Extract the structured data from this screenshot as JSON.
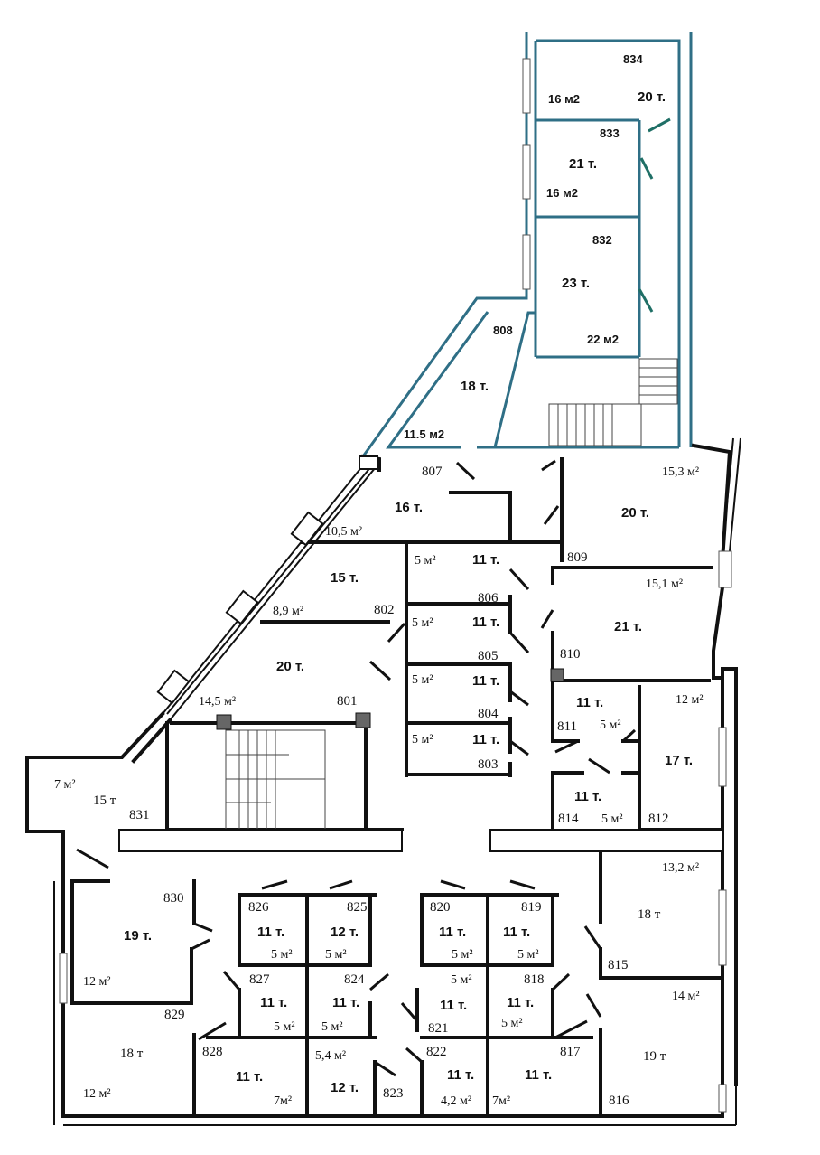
{
  "rooms": [
    {
      "id": "834",
      "number": "834",
      "rate": "20 т.",
      "area": "16 м2"
    },
    {
      "id": "833",
      "number": "833",
      "rate": "21 т.",
      "area": "16 м2"
    },
    {
      "id": "832",
      "number": "832",
      "rate": "23 т.",
      "area": "22 м2"
    },
    {
      "id": "808",
      "number": "808",
      "rate": "18 т.",
      "area": "11.5 м2"
    },
    {
      "id": "807",
      "number": "807",
      "rate": "16 т.",
      "area": "10,5 м²"
    },
    {
      "id": "809",
      "number": "809",
      "rate": "20 т.",
      "area": "15,3 м²"
    },
    {
      "id": "802",
      "number": "802",
      "rate": "15 т.",
      "area": "8,9 м²"
    },
    {
      "id": "806",
      "number": "806",
      "rate": "11 т.",
      "area": "5 м²"
    },
    {
      "id": "805",
      "number": "805",
      "rate": "11 т.",
      "area": "5 м²"
    },
    {
      "id": "804",
      "number": "804",
      "rate": "11 т.",
      "area": "5 м²"
    },
    {
      "id": "803",
      "number": "803",
      "rate": "11 т.",
      "area": "5 м²"
    },
    {
      "id": "810",
      "number": "810",
      "rate": "21 т.",
      "area": "15,1 м²"
    },
    {
      "id": "801",
      "number": "801",
      "rate": "20 т.",
      "area": "14,5 м²"
    },
    {
      "id": "811",
      "number": "811",
      "rate": "11 т.",
      "area": "5 м²"
    },
    {
      "id": "812",
      "number": "812",
      "rate": "17 т.",
      "area": "12 м²"
    },
    {
      "id": "814",
      "number": "814",
      "rate": "11 т.",
      "area": "5 м²"
    },
    {
      "id": "831",
      "number": "831",
      "rate": "15 т",
      "area": "7 м²"
    },
    {
      "id": "830",
      "number": "830",
      "rate": "19 т.",
      "area": "12 м²"
    },
    {
      "id": "829",
      "number": "829",
      "rate": "18 т",
      "area": "12 м²"
    },
    {
      "id": "826",
      "number": "826",
      "rate": "11 т.",
      "area": "5 м²"
    },
    {
      "id": "825",
      "number": "825",
      "rate": "12 т.",
      "area": "5 м²"
    },
    {
      "id": "820",
      "number": "820",
      "rate": "11 т.",
      "area": "5 м²"
    },
    {
      "id": "819",
      "number": "819",
      "rate": "11 т.",
      "area": "5 м²"
    },
    {
      "id": "827",
      "number": "827",
      "rate": "11 т.",
      "area": "5 м²"
    },
    {
      "id": "824",
      "number": "824",
      "rate": "11 т.",
      "area": "5 м²"
    },
    {
      "id": "821",
      "number": "821",
      "rate": "11 т.",
      "area": "5 м²"
    },
    {
      "id": "818",
      "number": "818",
      "rate": "11 т.",
      "area": "5 м²"
    },
    {
      "id": "828",
      "number": "828",
      "rate": "11 т.",
      "area": "7м²"
    },
    {
      "id": "823",
      "number": "823",
      "rate": "12 т.",
      "area": "5,4 м²"
    },
    {
      "id": "822",
      "number": "822",
      "rate": "11 т.",
      "area": "4,2 м²"
    },
    {
      "id": "817",
      "number": "817",
      "rate": "11 т.",
      "area": "7м²"
    },
    {
      "id": "815",
      "number": "815",
      "rate": "18 т",
      "area": "13,2 м²"
    },
    {
      "id": "816",
      "number": "816",
      "rate": "19 т",
      "area": "14 м²"
    }
  ]
}
